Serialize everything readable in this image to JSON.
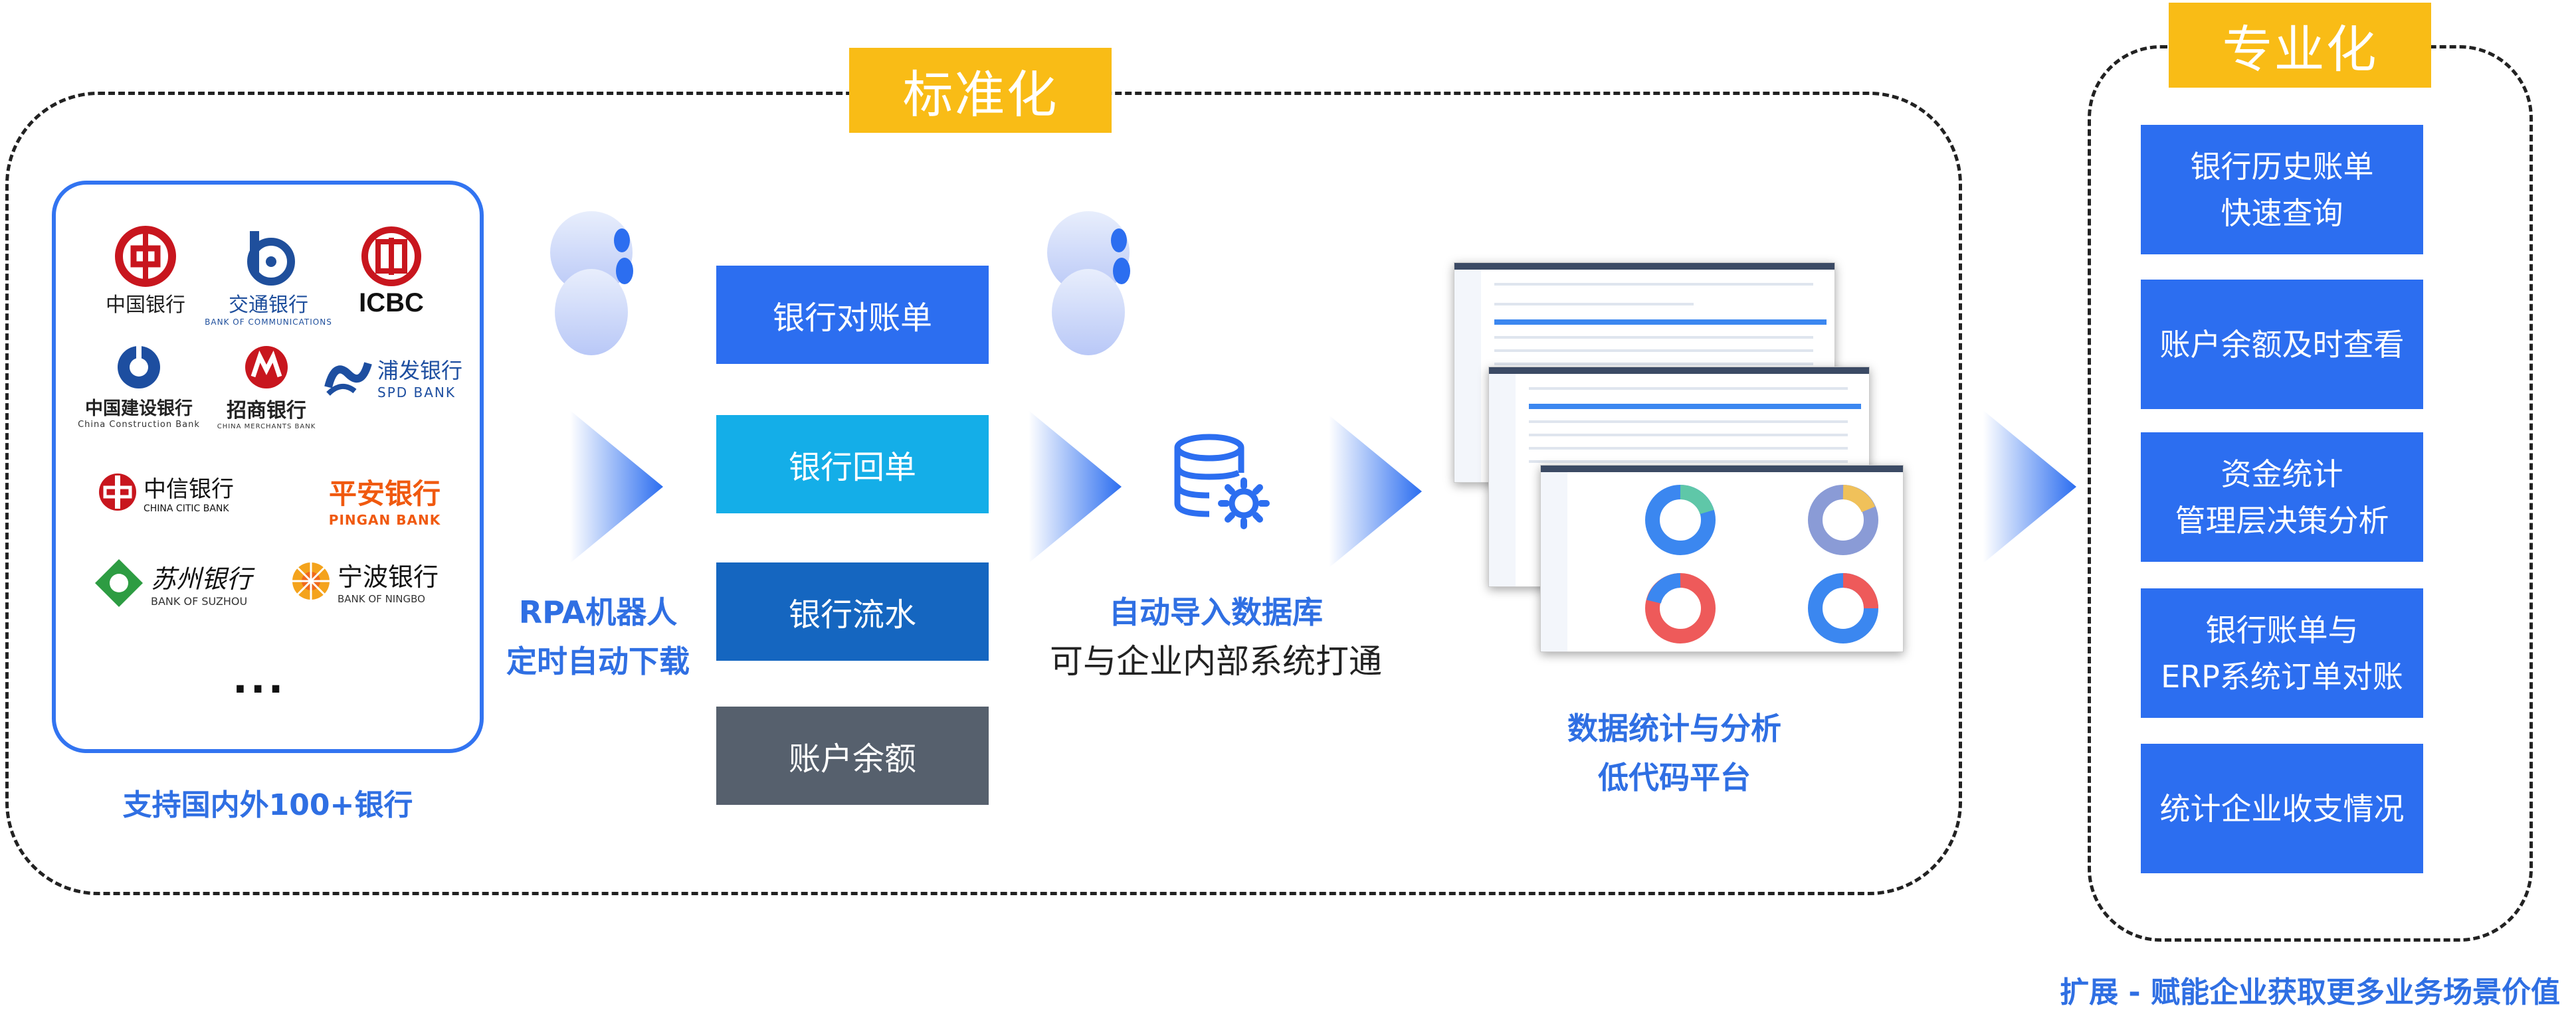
{
  "labels": {
    "standardize": "标准化",
    "professional": "专业化",
    "banks_caption": "支持国内外100+银行",
    "rpa_line1": "RPA机器人",
    "rpa_line2": "定时自动下载",
    "db_line1": "自动导入数据库",
    "db_line2": "可与企业内部系统打通",
    "lowcode_line1": "数据统计与分析",
    "lowcode_line2": "低代码平台",
    "footer": "扩展 - 赋能企业获取更多业务场景价值",
    "ellipsis": "..."
  },
  "banks": [
    {
      "cn": "中国银行",
      "en": ""
    },
    {
      "cn": "交通银行",
      "en": "BANK OF COMMUNICATIONS"
    },
    {
      "cn": "ICBC",
      "en": ""
    },
    {
      "cn": "中国建设银行",
      "en": "China Construction Bank"
    },
    {
      "cn": "招商银行",
      "en": "CHINA MERCHANTS BANK"
    },
    {
      "cn": "浦发银行",
      "en": "SPD BANK"
    },
    {
      "cn": "中信银行",
      "en": "CHINA CITIC BANK"
    },
    {
      "cn": "平安银行",
      "en": "PINGAN BANK"
    },
    {
      "cn": "苏州银行",
      "en": "BANK OF SUZHOU"
    },
    {
      "cn": "宁波银行",
      "en": "BANK OF NINGBO"
    }
  ],
  "documents": [
    {
      "label": "银行对账单",
      "color": "#2c6ef0"
    },
    {
      "label": "银行回单",
      "color": "#14aee8"
    },
    {
      "label": "银行流水",
      "color": "#1566c0"
    },
    {
      "label": "账户余额",
      "color": "#56606d"
    }
  ],
  "outcomes": [
    {
      "line1": "银行历史账单",
      "line2": "快速查询"
    },
    {
      "line1": "账户余额及时查看",
      "line2": ""
    },
    {
      "line1": "资金统计",
      "line2": "管理层决策分析"
    },
    {
      "line1": "银行账单与",
      "line2": "ERP系统订单对账"
    },
    {
      "line1": "统计企业收支情况",
      "line2": ""
    }
  ],
  "colors": {
    "accent": "#2c6ef0",
    "tag": "#f9bc16",
    "text_blue": "#2f6fe3"
  }
}
